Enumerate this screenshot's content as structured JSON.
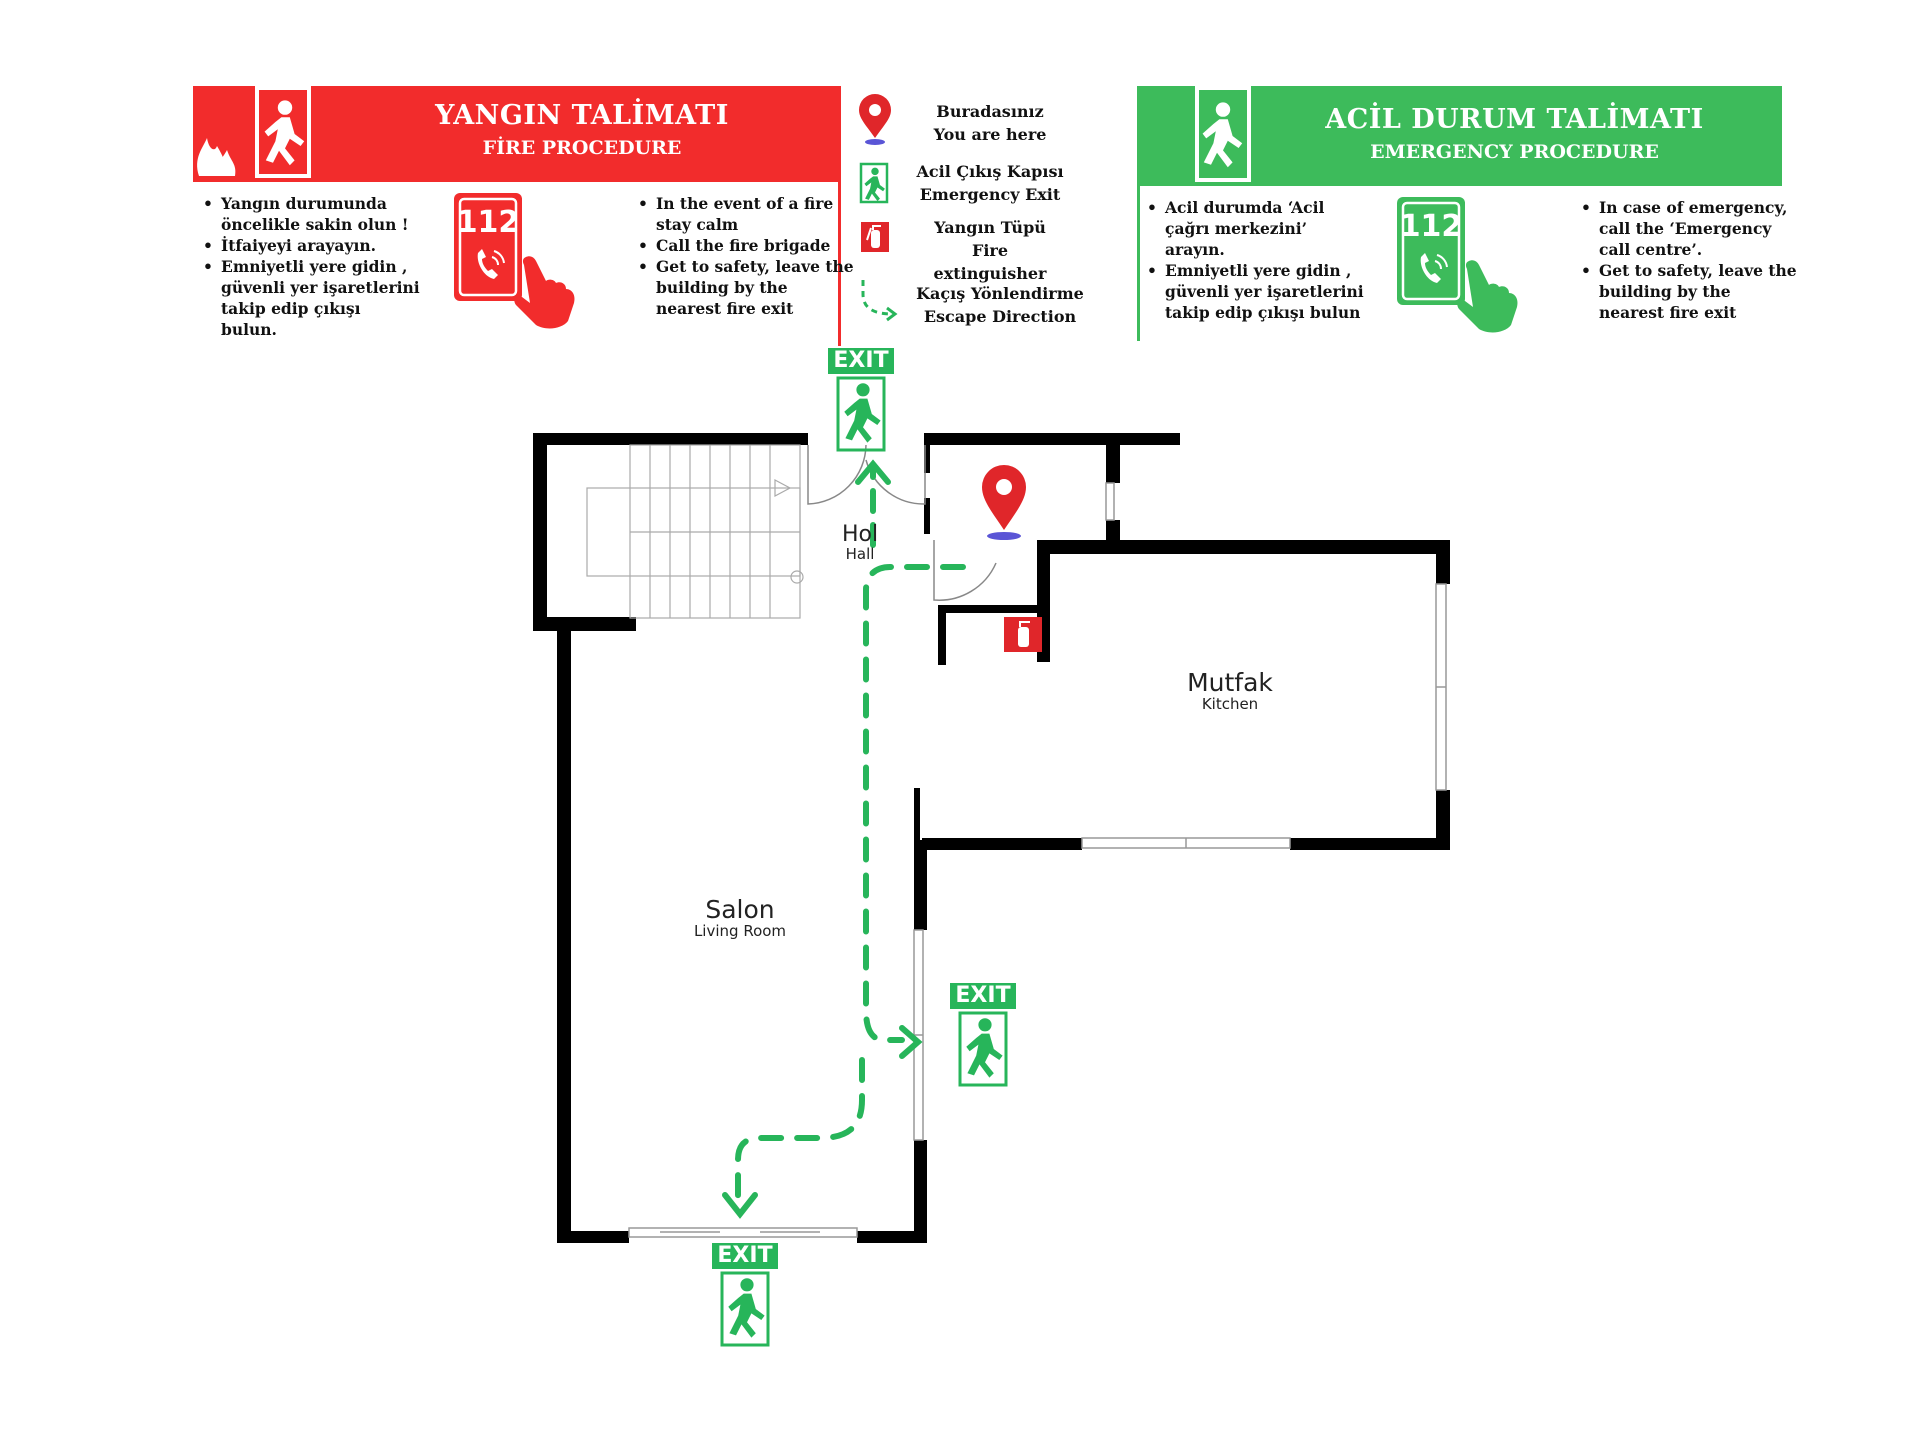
{
  "fire": {
    "title": "YANGIN TALİMATI",
    "subtitle": "FİRE PROCEDURE",
    "color": "#f22c2c",
    "phone": "112",
    "steps_tr": [
      "Yangın durumunda öncelikle sakin olun !",
      "İtfaiyeyi arayayın.",
      "Emniyetli yere gidin , güvenli yer işaretlerini takip edip çıkışı bulun."
    ],
    "steps_en": [
      "In the event of a fire stay calm",
      "Call the fire brigade",
      "Get to safety, leave the building by the nearest fire exit"
    ]
  },
  "emergency": {
    "title": "ACİL DURUM TALİMATI",
    "subtitle": "EMERGENCY PROCEDURE",
    "color": "#3dbb5b",
    "phone": "112",
    "steps_tr": [
      "Acil durumda ‘Acil çağrı merkezini’ arayın.",
      "Emniyetli yere gidin , güvenli yer işaretlerini takip edip çıkışı bulun"
    ],
    "steps_en": [
      "In case of emergency, call the ‘Emergency call centre’.",
      "Get to safety, leave the building by the nearest fire exit"
    ]
  },
  "legend": [
    {
      "icon": "location-pin-icon",
      "tr": "Buradasınız",
      "en": "You are here"
    },
    {
      "icon": "emergency-exit-icon",
      "tr": "Acil Çıkış Kapısı",
      "en": "Emergency Exit"
    },
    {
      "icon": "fire-extinguisher-icon",
      "tr": "Yangın Tüpü",
      "en": "Fire extinguisher"
    },
    {
      "icon": "escape-direction-arrow-icon",
      "tr": "Kaçış Yönlendirme",
      "en": "Escape Direction"
    }
  ],
  "rooms": {
    "hall": {
      "tr": "Hol",
      "en": "Hall"
    },
    "kitchen": {
      "tr": "Mutfak",
      "en": "Kitchen"
    },
    "living": {
      "tr": "Salon",
      "en": "Living Room"
    }
  },
  "exit_label": "EXIT",
  "colors": {
    "wall": "#000000",
    "route": "#27b55a",
    "pin": "#e0262a",
    "pin_base": "#5a55d6"
  }
}
